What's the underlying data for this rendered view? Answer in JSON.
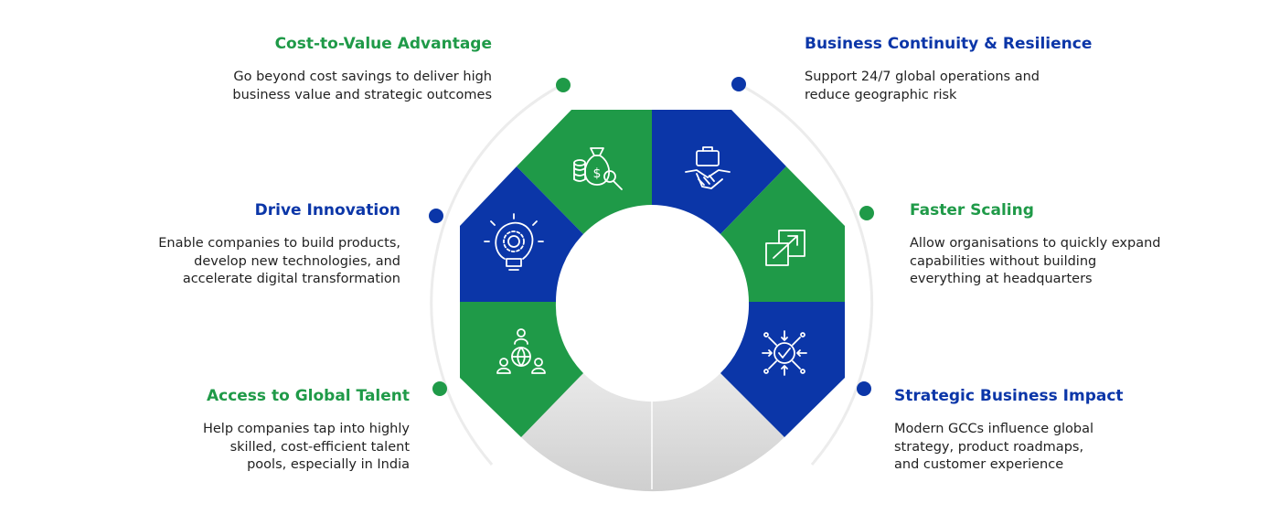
{
  "colors": {
    "green": "#1f9a48",
    "blue": "#0b36a8",
    "grey": "#d9d9d9",
    "dot_green": "#1f9a48",
    "dot_blue": "#0b36a8"
  },
  "segments": [
    {
      "id": "cost-to-value",
      "color": "green",
      "icon": "money-bag-icon"
    },
    {
      "id": "business-continuity",
      "color": "blue",
      "icon": "handshake-briefcase-icon"
    },
    {
      "id": "faster-scaling",
      "color": "green",
      "icon": "scale-up-arrow-icon"
    },
    {
      "id": "strategic-impact",
      "color": "blue",
      "icon": "target-check-icon"
    },
    {
      "id": "global-talent",
      "color": "green",
      "icon": "global-people-icon"
    },
    {
      "id": "drive-innovation",
      "color": "blue",
      "icon": "lightbulb-gear-icon"
    }
  ],
  "items": {
    "cost": {
      "title": "Cost-to-Value Advantage",
      "lines": [
        "Go beyond cost savings to deliver high",
        "business value and strategic outcomes"
      ]
    },
    "continuity": {
      "title": "Business Continuity & Resilience",
      "lines": [
        "Support 24/7 global operations and",
        "reduce geographic risk"
      ]
    },
    "innovation": {
      "title": "Drive Innovation",
      "lines": [
        "Enable companies to build products,",
        "develop new technologies, and",
        "accelerate digital transformation"
      ]
    },
    "scaling": {
      "title": "Faster Scaling",
      "lines": [
        "Allow organisations to quickly expand",
        "capabilities without building",
        "everything at headquarters"
      ]
    },
    "talent": {
      "title": "Access to Global Talent",
      "lines": [
        "Help companies tap into highly",
        "skilled, cost-efficient talent",
        "pools, especially in India"
      ]
    },
    "impact": {
      "title": "Strategic Business Impact",
      "lines": [
        "Modern GCCs influence global",
        "strategy, product roadmaps,",
        "and customer experience"
      ]
    }
  }
}
